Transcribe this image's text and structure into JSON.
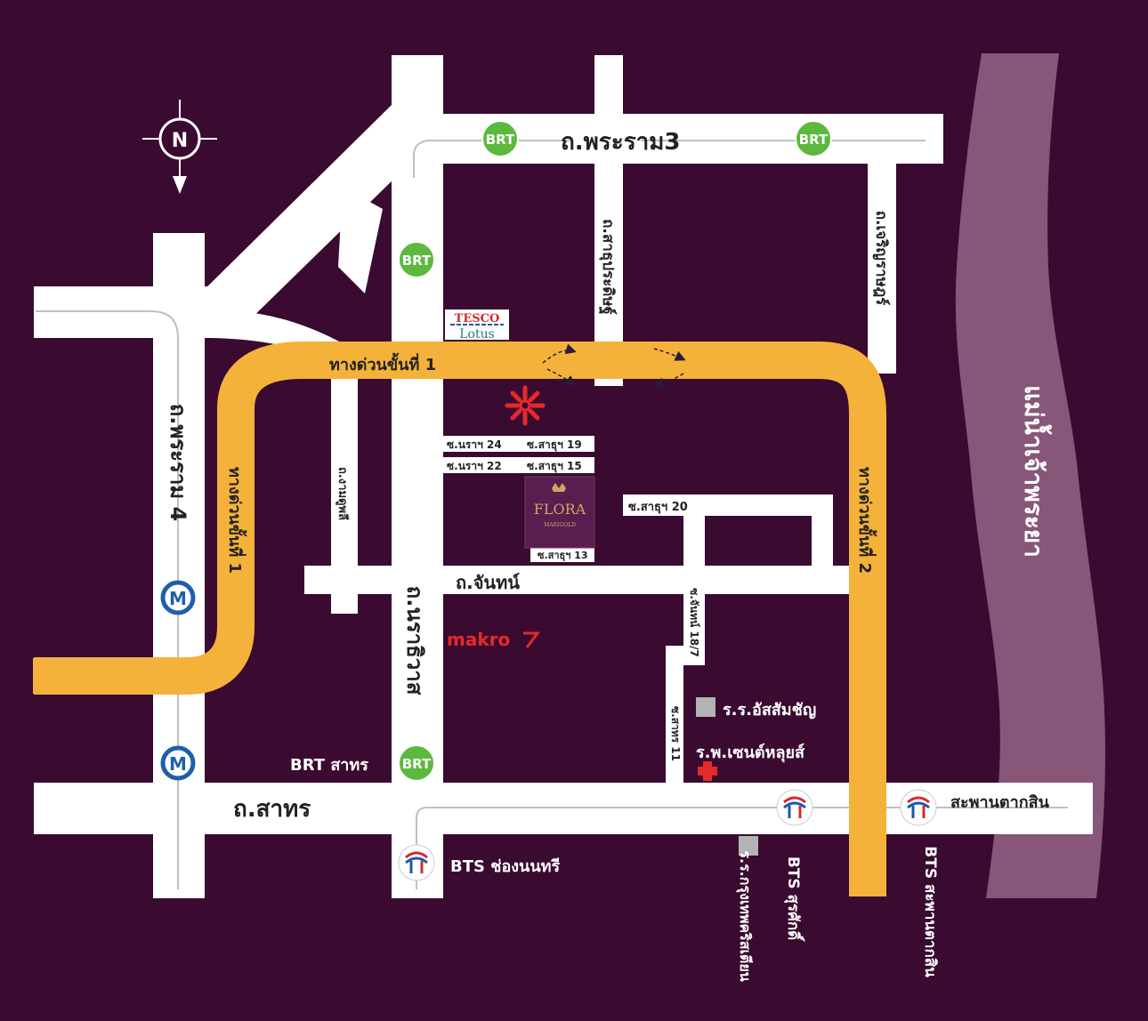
{
  "compass": {
    "letter": "N"
  },
  "roads": {
    "rama3": "ถ.พระราม3",
    "rama4": "ถ.พระราม 4",
    "narathiwat": "ถ.นราธิวาส",
    "sathupradit": "ถ.สาธุประดิษฐ์",
    "charoen_rat": "ถ.เจริญราษฎร์",
    "chan": "ถ.จันทน์",
    "sathorn": "ถ.สาทร",
    "ngam_duplee": "ถ.งามดูพลี",
    "expressway1_top": "ทางด่วนขั้นที่ 1",
    "expressway1_left": "ทางด่วนขั้นที่ 1",
    "expressway2": "ทางด่วนขั้นที่ 2",
    "river": "แม่น้ำเจ้าพระยา",
    "taksin_bridge": "สะพานตากสิน"
  },
  "sois": {
    "narathiwat24": "ซ.นราฯ 24",
    "sathu19": "ซ.สาธุฯ 19",
    "narathiwat22": "ซ.นราฯ 22",
    "sathu15": "ซ.สาธุฯ 15",
    "sathu20": "ซ.สาธุฯ 20",
    "sathu13": "ซ.สาธุฯ 13",
    "chan18_7": "ซ.จันทน์ 18/7",
    "sathorn11": "ซ.สาทร 11"
  },
  "stations": {
    "brt": "BRT",
    "brt_sathorn": "BRT สาทร",
    "mrt": "M",
    "bts_chong_nonsi": "BTS ช่องนนทรี",
    "bts_surasak": "BTS สุรศักดิ์",
    "bts_saphan_taksin": "BTS สะพานตากสิน"
  },
  "landmarks": {
    "tesco_top": "TESCO",
    "tesco_bottom": "Lotus",
    "makro": "makro",
    "assumption": "ร.ร.อัสสัมชัญ",
    "st_louis": "ร.พ.เซนต์หลุยส์",
    "bangkok_christian": "ร.ร.กรุงเทพคริสเตียน",
    "flora": "FLORA",
    "flora_sub": "MARIGOLD"
  },
  "colors": {
    "background": "#3a0a30",
    "road": "#ffffff",
    "expressway": "#f4b23a",
    "river": "#875678",
    "brt": "#5cb93e",
    "mrt": "#1f5fa8",
    "bts_red": "#d42a2a",
    "bts_blue": "#1a5aa6",
    "makro": "#e52a2a",
    "flora_box": "#5a1d4f"
  }
}
